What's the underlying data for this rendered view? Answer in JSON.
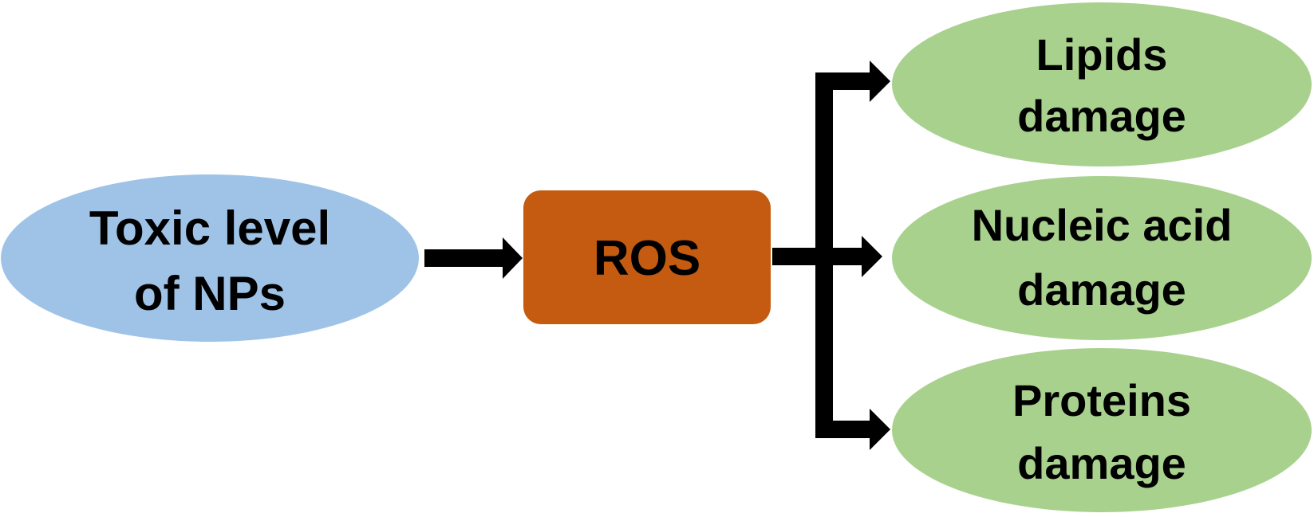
{
  "source": {
    "line1": "Toxic level",
    "line2": "of NPs",
    "fill": "#9fc3e7"
  },
  "ros": {
    "label": "ROS",
    "fill": "#c55a11"
  },
  "effects": [
    {
      "line1": "Lipids",
      "line2": "damage",
      "fill": "#a9d18e"
    },
    {
      "line1": "Nucleic acid",
      "line2": "damage",
      "fill": "#a9d18e"
    },
    {
      "line1": "Proteins",
      "line2": "damage",
      "fill": "#a9d18e"
    }
  ],
  "connector_color": "#000000"
}
